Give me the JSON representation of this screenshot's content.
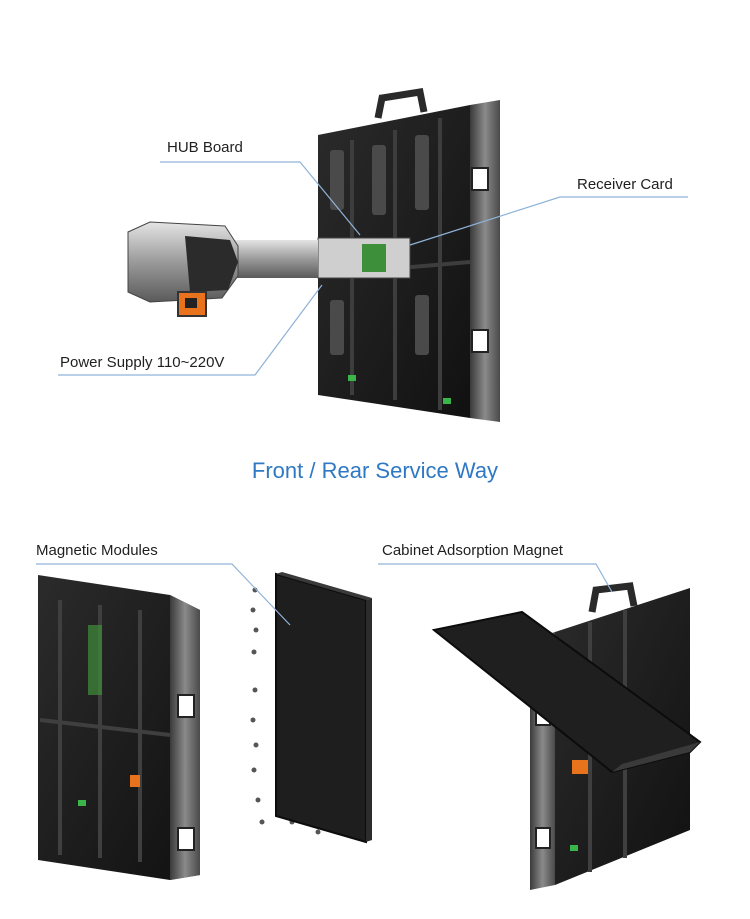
{
  "callouts": {
    "hub_board": "HUB Board",
    "receiver_card": "Receiver Card",
    "power_supply": "Power Supply 110~220V",
    "magnetic_modules": "Magnetic Modules",
    "cabinet_magnet": "Cabinet Adsorption Magnet"
  },
  "heading": "Front / Rear Service Way",
  "colors": {
    "heading": "#2f78c4",
    "leader_line": "#8fb3d9",
    "cabinet_dark": "#1b1b1b",
    "cabinet_frame": "#6d6d6d",
    "power_connector": "#e8731c",
    "pcb_green": "#3e8f3a"
  }
}
